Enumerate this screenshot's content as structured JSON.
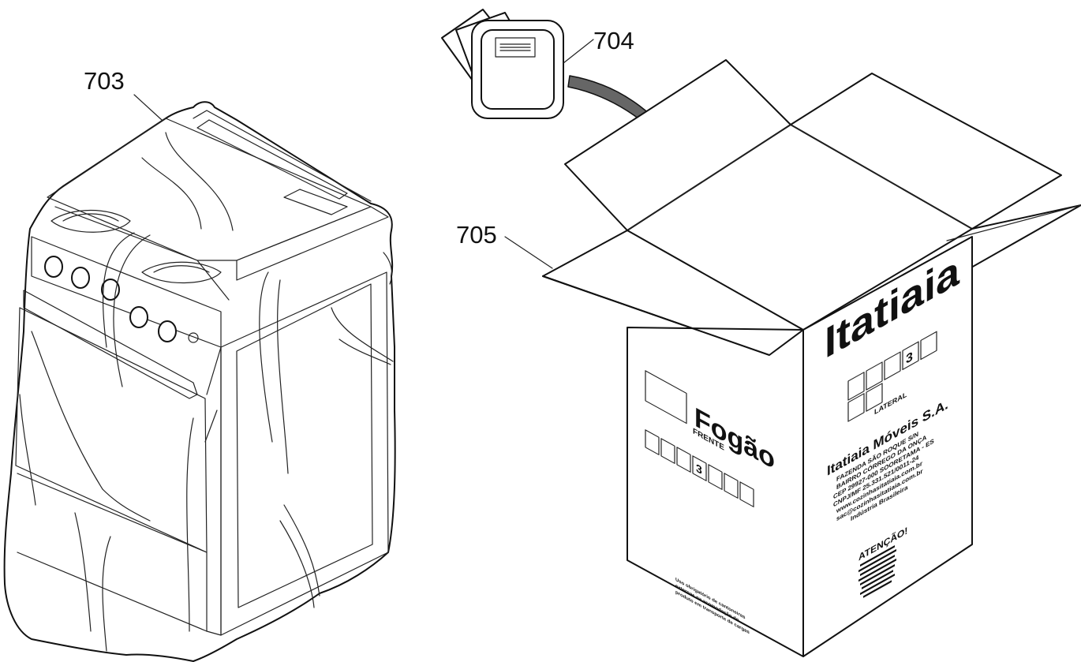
{
  "refs": {
    "cover": "703",
    "manual": "704",
    "box": "705"
  },
  "box_print": {
    "brand": "Itatiaia",
    "product": "Fogão",
    "front_label": "FRENTE",
    "side_label": "LATERAL",
    "company": "Itatiaia Móveis S.A.",
    "address_lines": [
      "FAZENDA SÃO ROQUE S/N",
      "BAIRRO CÓRREGO DA ONÇA",
      "CEP 29927-000 SOORETAMA - ES",
      "CNPJ/MF 25.331.521/0011-24",
      "www.cozinhasitatiaia.com.br",
      "sac@cozinhasitatiaia.com.br",
      "Indústria Brasileira"
    ],
    "warning_title": "ATENÇÃO!",
    "front_note_lines": [
      "Uso obrigatório de cantoneiras",
      "externas na acomodação do",
      "produto em transporte de cargas"
    ],
    "stack_number": "3"
  }
}
